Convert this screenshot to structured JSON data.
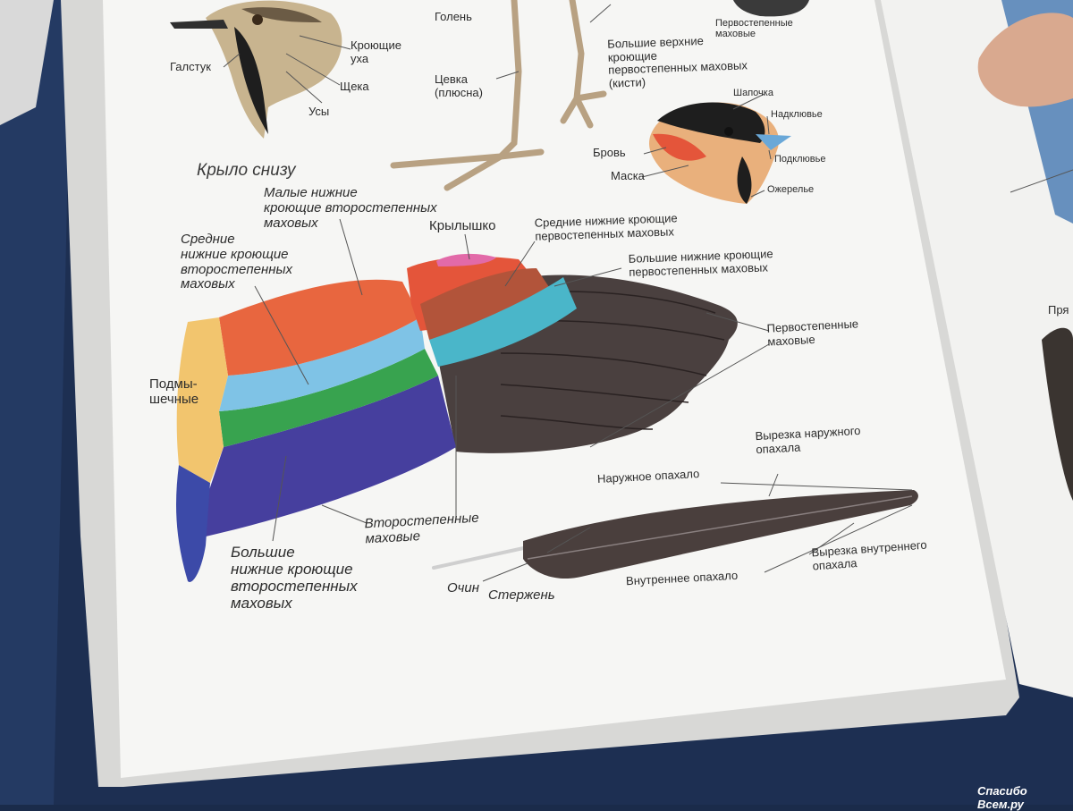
{
  "colors": {
    "page": "#f6f6f4",
    "lesser_coverts": "#e8663f",
    "median_coverts": "#7fc3e6",
    "greater_coverts": "#38a34f",
    "secondaries": "#463f9e",
    "axillaries": "#f2c56e",
    "primary_coverts": "#b2543a",
    "alula": "#e26aa8",
    "primaries": "#4a403f"
  },
  "labels": {
    "underwing_title": "Крыло снизу",
    "lesser_underwing_coverts": "Малые нижние\nкроющие второстепенных\nмаховых",
    "median_underwing_coverts": "Средние\nнижние кроющие\nвторостепенных\nмаховых",
    "alula": "Крылышко",
    "median_primary_coverts": "Средние нижние кроющие\nпервостепенных маховых",
    "greater_primary_coverts": "Большие нижние кроющие\nпервостепенных маховых",
    "primaries": "Первостепенные\nмаховые",
    "axillaries": "Подмы-\nшечные",
    "secondaries": "Второстепенные\nмаховые",
    "greater_underwing_coverts": "Большие\nнижние кроющие\nвторостепенных\nмаховых",
    "outer_notch": "Вырезка наружного\nопахала",
    "outer_vane": "Наружное опахало",
    "inner_notch": "Вырезка внутреннего\nопахала",
    "inner_vane": "Внутреннее опахало",
    "quill": "Очин",
    "shaft": "Стержень",
    "tie": "Галстук",
    "ear_coverts": "Кроющие\nуха",
    "cheek": "Щека",
    "moustache": "Усы",
    "tibia": "Голень",
    "tarsus": "Цевка\n(плюсна)",
    "greater_primary_upper_coverts": "Большие верхние\nкроющие\nпервостепенных маховых\n(кисти)",
    "top_primaries": "Первостепенные\nмаховые",
    "cap": "Шапочка",
    "upper_mandible": "Надклювье",
    "eyebrow": "Бровь",
    "lower_mandible": "Подклювье",
    "mask": "Маска",
    "necklace": "Ожерелье",
    "right_page_fragment": "Пря"
  },
  "watermark": "Спасибо Всем.ру"
}
